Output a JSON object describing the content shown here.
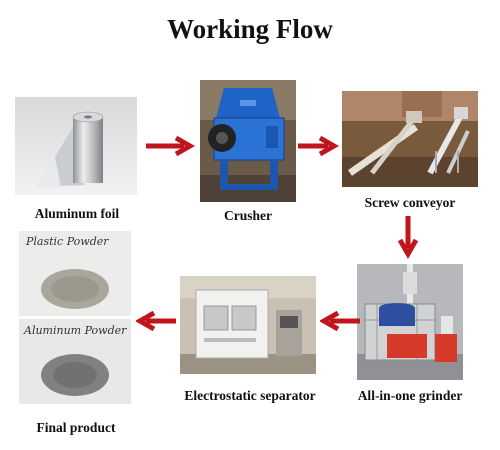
{
  "title": "Working Flow",
  "steps": [
    {
      "id": "aluminum-foil",
      "label": "Aluminum foil"
    },
    {
      "id": "crusher",
      "label": "Crusher"
    },
    {
      "id": "screw-conveyor",
      "label": "Screw conveyor"
    },
    {
      "id": "all-in-one-grinder",
      "label": "All-in-one grinder"
    },
    {
      "id": "electrostatic-separator",
      "label": "Electrostatic separator"
    },
    {
      "id": "final-product",
      "label": "Final product"
    }
  ],
  "final_product": {
    "plastic_label": "Plastic Powder",
    "aluminum_label": "Aluminum Powder"
  },
  "colors": {
    "arrow": "#c0161b",
    "crusher_blue": "#1e63c6"
  }
}
